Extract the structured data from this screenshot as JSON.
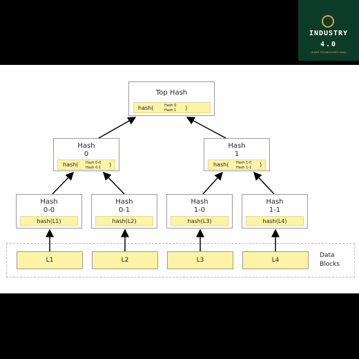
{
  "logo": {
    "line1": "INDUSTRY",
    "line2": "4.0",
    "tagline": "LEARN TECHNOLOGIES DAILY",
    "icon": "leaf-coin-icon",
    "colors": {
      "background": "#0d3b2a",
      "accent": "#d9a43a"
    }
  },
  "tree": {
    "top": {
      "title": "Top Hash",
      "hash_prefix": "hash(",
      "inner_line1": "Hash 0",
      "inner_line2": "Hash 1",
      "hash_suffix": ")"
    },
    "h0": {
      "title_line1": "Hash",
      "title_line2": "0",
      "hash_prefix": "hash(",
      "inner_line1": "Hash 0-0",
      "inner_line2": "Hash 0-1",
      "hash_suffix": ")"
    },
    "h1": {
      "title_line1": "Hash",
      "title_line2": "1",
      "hash_prefix": "hash(",
      "inner_line1": "Hash 1-0",
      "inner_line2": "Hash 1-1",
      "hash_suffix": ")"
    },
    "leaves": [
      {
        "title_line1": "Hash",
        "title_line2": "0-0",
        "hash": "hash(L1)"
      },
      {
        "title_line1": "Hash",
        "title_line2": "0-1",
        "hash": "hash(L2)"
      },
      {
        "title_line1": "Hash",
        "title_line2": "1-0",
        "hash": "hash(L3)"
      },
      {
        "title_line1": "Hash",
        "title_line2": "1-1",
        "hash": "hash(L4)"
      }
    ],
    "data_blocks": [
      "L1",
      "L2",
      "L3",
      "L4"
    ],
    "data_label_line1": "Data",
    "data_label_line2": "Blocks"
  },
  "colors": {
    "hash_fill": "#fcf3a6",
    "border": "#9a9a9a",
    "background": "#ffffff",
    "frame": "#000000"
  }
}
